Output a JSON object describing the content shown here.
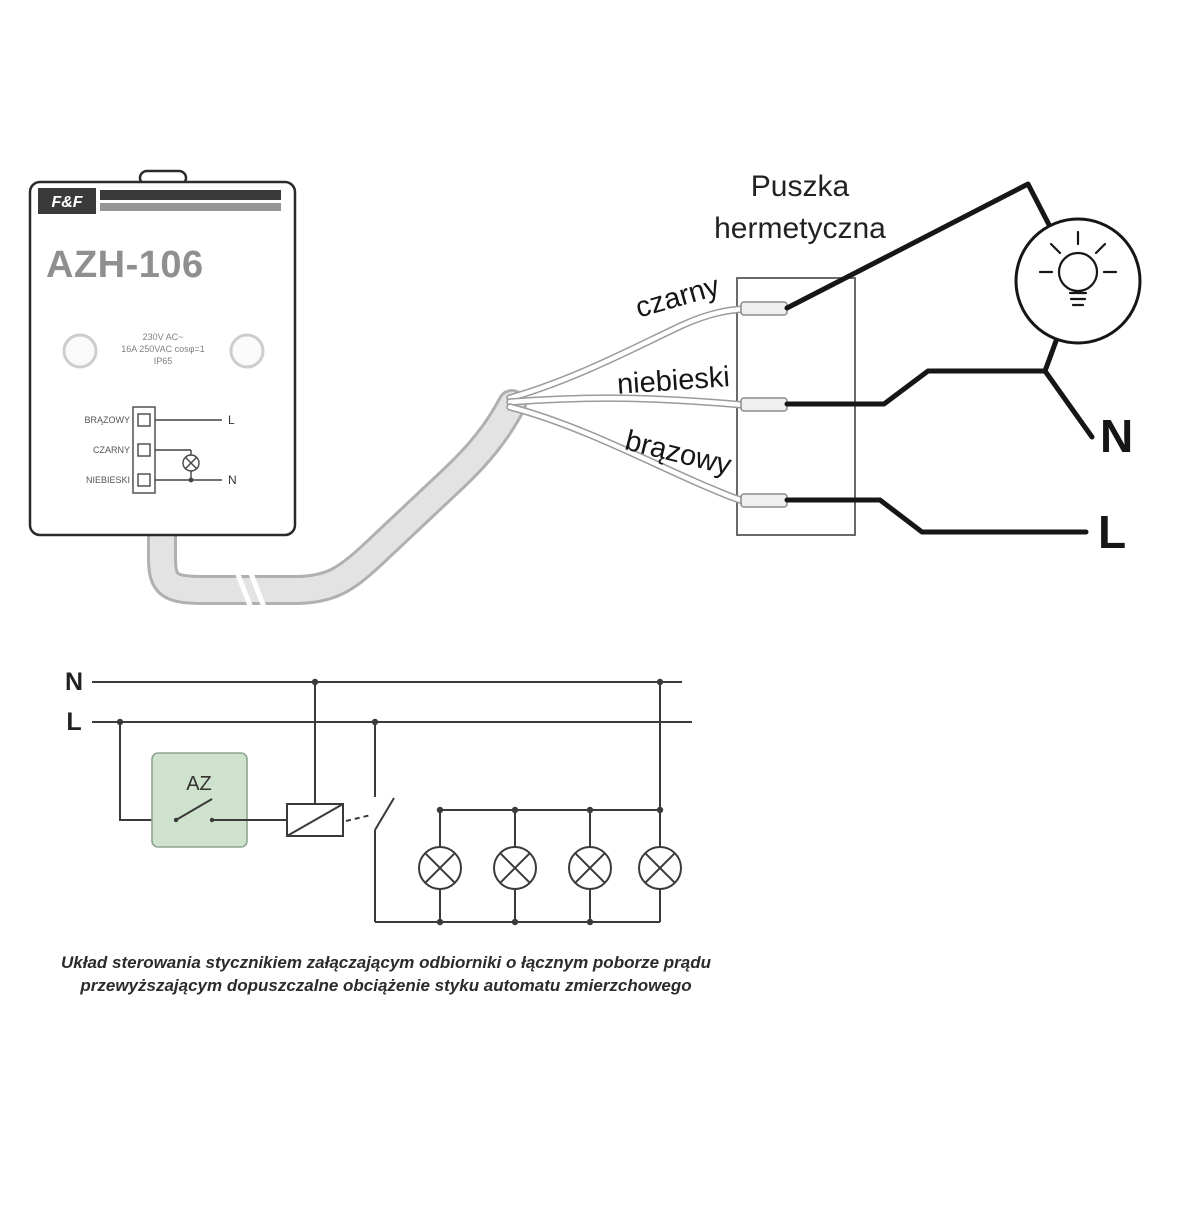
{
  "device": {
    "brand": "F&F",
    "model": "AZH-106",
    "spec_line1": "230V AC~",
    "spec_line2": "16A 250VAC cosφ=1",
    "spec_line3": "IP65",
    "terminal_brown": "BRĄZOWY",
    "terminal_black": "CZARNY",
    "terminal_blue": "NIEBIESKI",
    "mini_l": "L",
    "mini_n": "N"
  },
  "junction_box": {
    "title_line1": "Puszka",
    "title_line2": "hermetyczna"
  },
  "wire_labels": {
    "black": "czarny",
    "blue": "niebieski",
    "brown": "brązowy"
  },
  "mains": {
    "neutral": "N",
    "line": "L"
  },
  "schematic": {
    "neutral": "N",
    "line": "L",
    "az": "AZ"
  },
  "caption": {
    "line1": "Układ sterowania stycznikiem załączającym odbiorniki o łącznym poborze prądu",
    "line2": "przewyższającym dopuszczalne obciążenie styku automatu zmierzchowego"
  },
  "colors": {
    "wire": "#161616",
    "cable_fill": "#e3e3e3",
    "cable_edge": "#b0b0b0",
    "az_fill": "#cfe2cd",
    "schematic_line": "#3a3a3a"
  }
}
